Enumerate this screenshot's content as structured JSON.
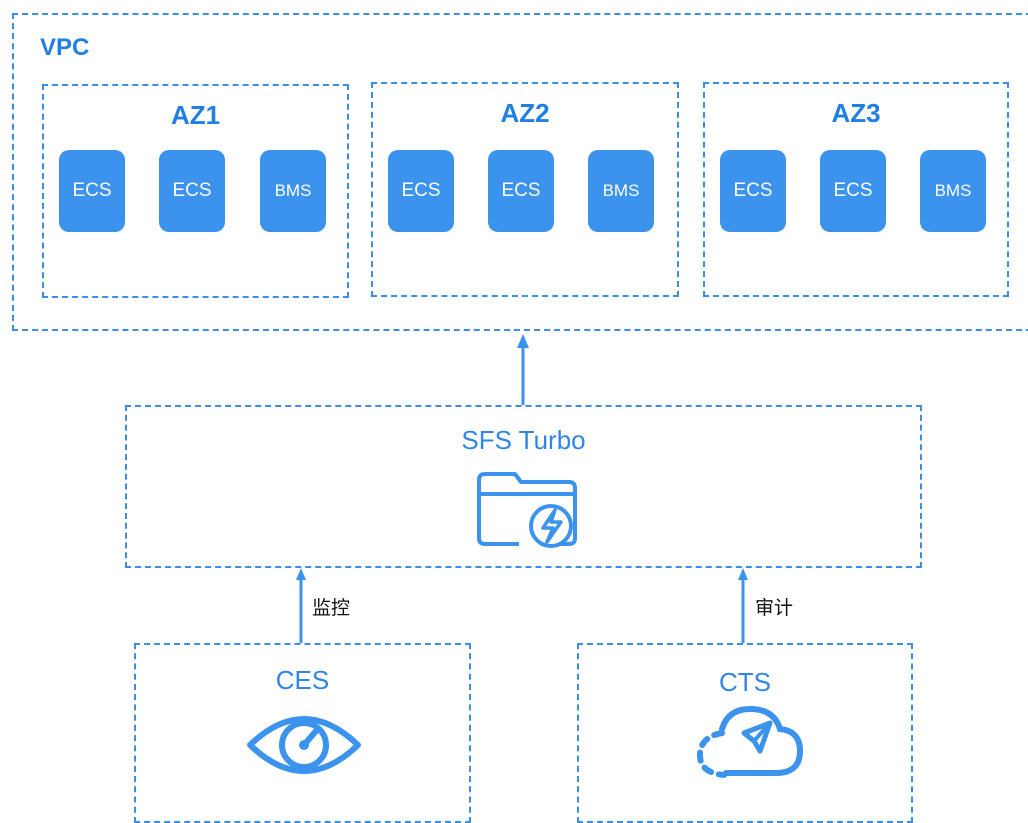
{
  "vpc": {
    "label": "VPC"
  },
  "zones": [
    {
      "title": "AZ1",
      "nodes": [
        "ECS",
        "ECS",
        "BMS"
      ]
    },
    {
      "title": "AZ2",
      "nodes": [
        "ECS",
        "ECS",
        "BMS"
      ]
    },
    {
      "title": "AZ3",
      "nodes": [
        "ECS",
        "ECS",
        "BMS"
      ]
    }
  ],
  "sfs": {
    "title": "SFS Turbo",
    "icon": "folder-lightning-icon"
  },
  "ces": {
    "title": "CES",
    "icon": "eye-gauge-icon",
    "edge_label": "监控"
  },
  "cts": {
    "title": "CTS",
    "icon": "cloud-send-icon",
    "edge_label": "审计"
  },
  "colors": {
    "accent": "#3b93ee",
    "border": "#3a8ee6"
  }
}
